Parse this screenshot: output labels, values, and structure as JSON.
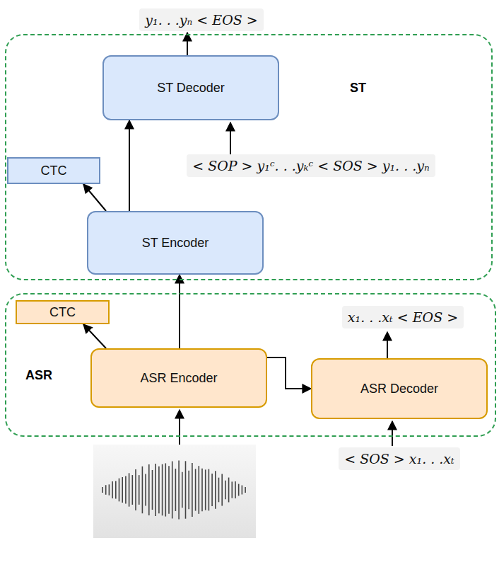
{
  "diagram": {
    "nodes": [
      {
        "text": [
          "ST"
        ]
      },
      {
        "text": [
          "ST Decoder"
        ],
        "in": 0
      },
      {
        "text": [
          "CTC"
        ],
        "in": 0
      },
      {
        "text": [
          "ST Encoder"
        ],
        "in": 0
      },
      {
        "text": [
          "ASR"
        ]
      },
      {
        "text": [
          "CTC"
        ],
        "in": 4
      },
      {
        "text": [
          "ASR Encoder"
        ],
        "in": 4
      },
      {
        "text": [
          "ASR Decoder"
        ],
        "in": 4
      }
    ],
    "edges": [
      {
        "from": 3,
        "to": 1,
        "arrow": "to"
      },
      {
        "from": 3,
        "to": 2,
        "arrow": "to"
      },
      {
        "from": 6,
        "to": 3,
        "arrow": "to"
      },
      {
        "from": 6,
        "to": 5,
        "arrow": "to"
      },
      {
        "from": 6,
        "to": 7,
        "arrow": "to"
      }
    ],
    "labels": [
      "y₁. . .yₙ < EOS >",
      "< SOP > y₁ᶜ. . .yₖᶜ < SOS > y₁. . .yₙ",
      "x₁. . .xₜ < EOS >",
      "< SOS > x₁. . .xₜ"
    ]
  }
}
